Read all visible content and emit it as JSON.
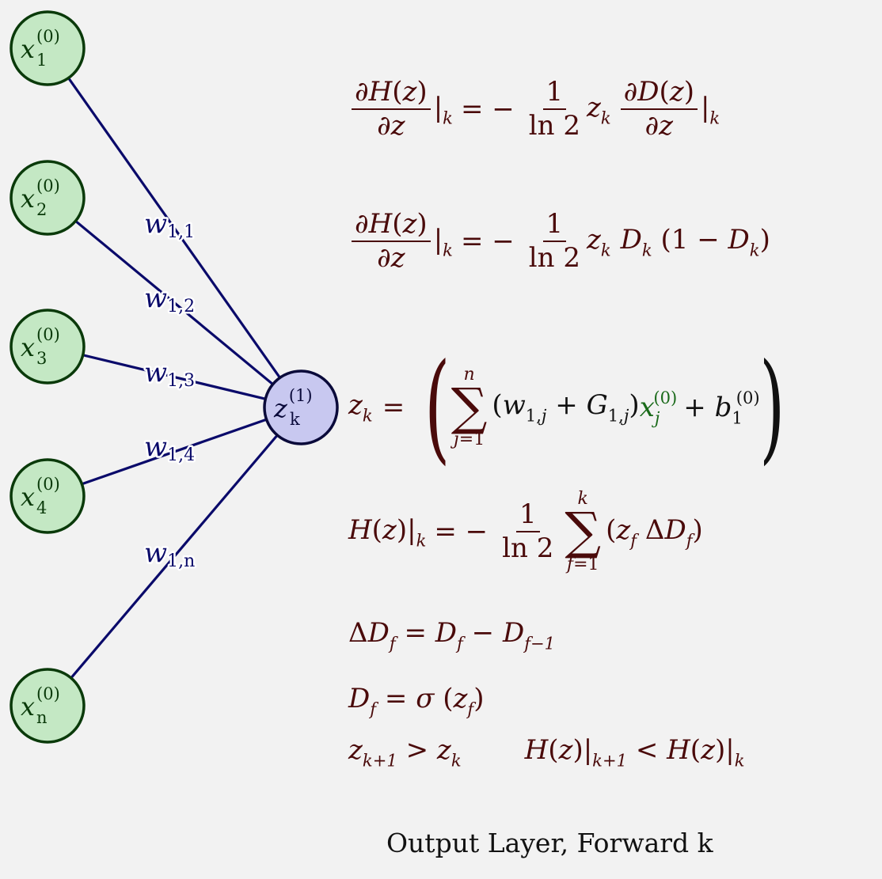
{
  "colors": {
    "background": "#f2f2f2",
    "input_fill": "#c4e8c4",
    "input_stroke": "#0a3a0a",
    "output_fill": "#c8c8f0",
    "output_stroke": "#0a0a3a",
    "edge": "#0a0a6a",
    "equation": "#4a0a0a",
    "highlight": "#1a6a1a"
  },
  "diagram": {
    "inputs": [
      {
        "base": "x",
        "sub": "1",
        "sup": "(0)"
      },
      {
        "base": "x",
        "sub": "2",
        "sup": "(0)"
      },
      {
        "base": "x",
        "sub": "3",
        "sup": "(0)"
      },
      {
        "base": "x",
        "sub": "4",
        "sup": "(0)"
      },
      {
        "base": "x",
        "sub": "n",
        "sup": "(0)"
      }
    ],
    "output": {
      "base": "z",
      "sub": "k",
      "sup": "(1)"
    },
    "weights": [
      {
        "base": "w",
        "sub": "1,1"
      },
      {
        "base": "w",
        "sub": "1,2"
      },
      {
        "base": "w",
        "sub": "1,3"
      },
      {
        "base": "w",
        "sub": "1,4"
      },
      {
        "base": "w",
        "sub": "1,n"
      }
    ]
  },
  "caption": "Output Layer, Forward k"
}
